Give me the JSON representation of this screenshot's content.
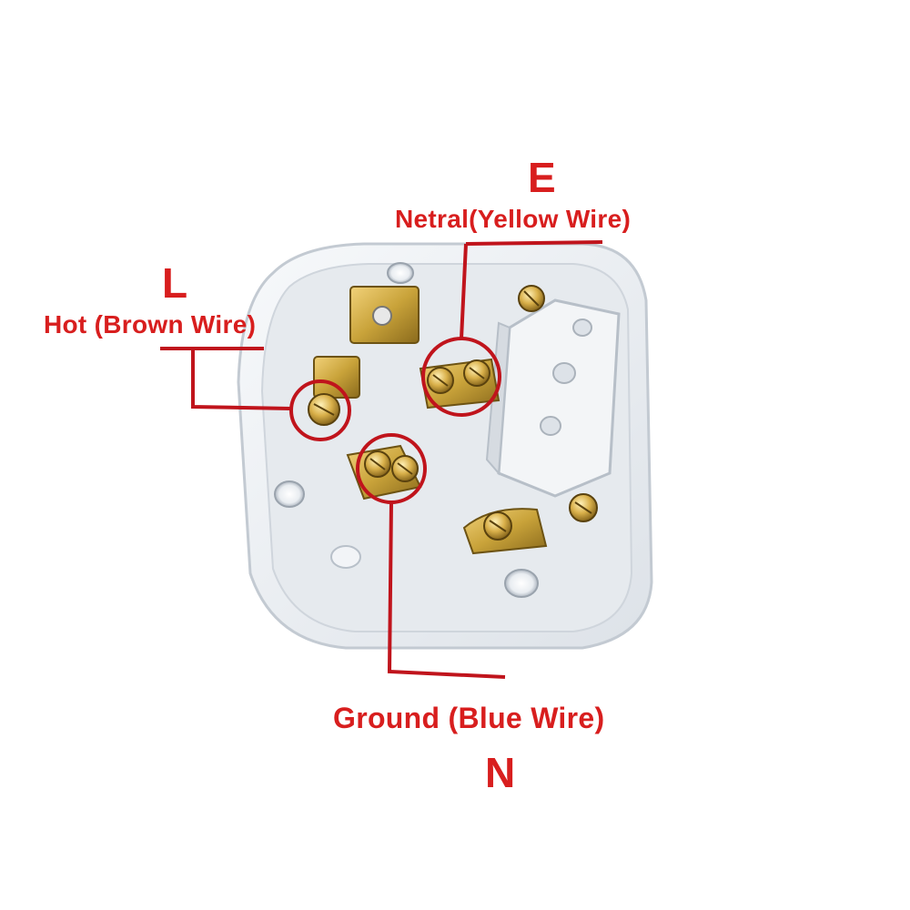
{
  "labels": {
    "live_letter": "L",
    "live_desc": "Hot (Brown Wire)",
    "earth_letter": "E",
    "earth_desc": "Netral(Yellow Wire)",
    "neutral_letter": "N",
    "neutral_desc": "Ground (Blue Wire)"
  },
  "colors": {
    "annotation": "#d81e1e",
    "plug_body": "#eef1f4",
    "brass": "#c9a33a"
  }
}
